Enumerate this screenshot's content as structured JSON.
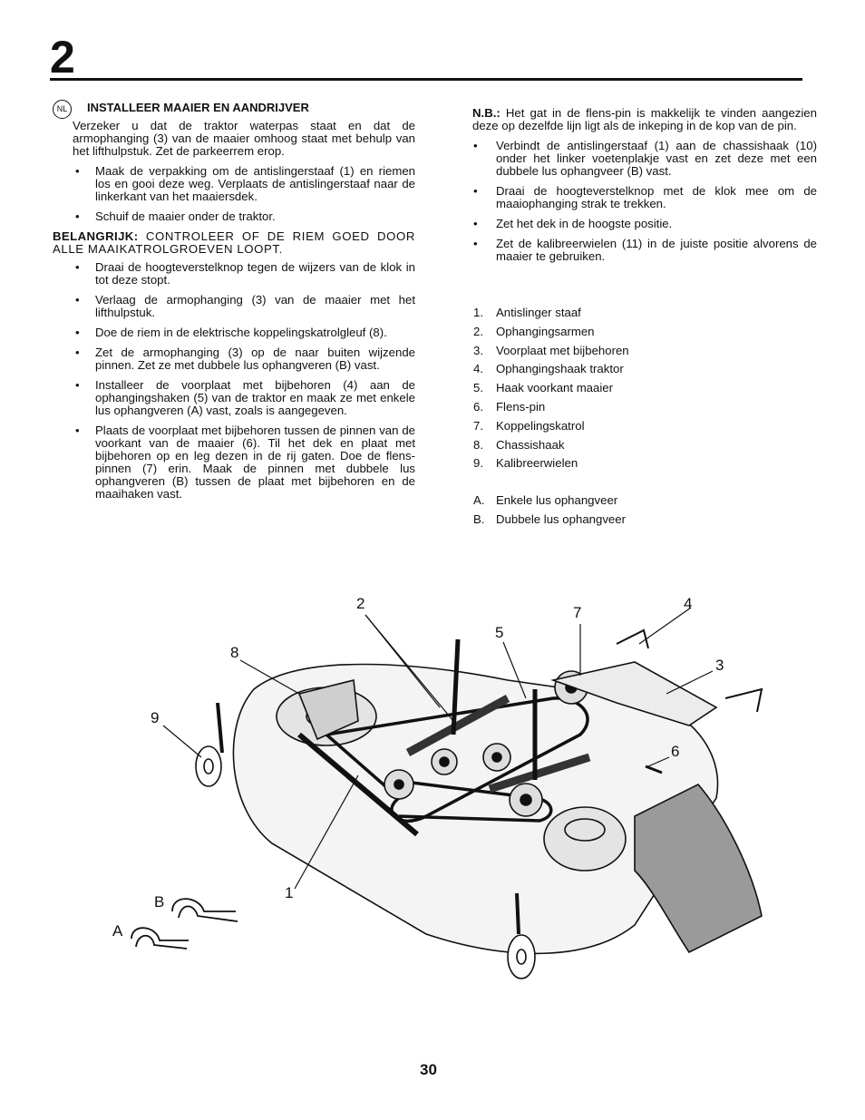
{
  "chapter_number": "2",
  "left": {
    "lang_badge": "NL",
    "title": "INSTALLEER MAAIER EN AANDRIJVER",
    "intro": "Verzeker u dat de traktor waterpas staat en dat de armophanging (3) van de maaier omhoog staat met behulp van het lifthulpstuk. Zet de parkeerrem erop.",
    "bullets1": [
      "Maak de verpakking om de antislingerstaaf (1) en riemen los en gooi deze weg. Verplaats de antislingerstaaf naar de linkerkant van het maaiersdek.",
      "Schuif de maaier onder de traktor."
    ],
    "important_label": "BELANGRIJK:",
    "important_text": "CONTROLEER OF DE RIEM GOED DOOR ALLE MAAIKATROLGROEVEN LOOPT.",
    "bullets2": [
      "Draai de hoogteverstelknop tegen de wijzers van de klok in tot deze stopt.",
      "Verlaag de armophanging (3) van de maaier met het lifthulpstuk.",
      "Doe de riem in de elektrische koppelingskatrolgleuf (8).",
      "Zet de armophanging (3) op de naar buiten wijzende pinnen. Zet ze met dubbele lus ophangveren (B) vast.",
      "Installeer de voorplaat met bijbehoren (4) aan de ophangingshaken (5) van de traktor en maak ze met enkele lus ophangveren (A) vast, zoals is aangegeven.",
      "Plaats de voorplaat met bijbehoren tussen de pinnen van de voorkant van de maaier (6). Til het dek en plaat met bijbehoren op en leg dezen in de rij gaten. Doe de flens-pinnen (7) erin. Maak de pinnen met dubbele lus ophangveren (B) tussen de plaat met bijbehoren en de maaihaken vast."
    ],
    "bullet_symbol": "•"
  },
  "right": {
    "nb_label": "N.B.:",
    "nb_text": "Het gat in de flens-pin is makkelijk te vinden aangezien deze op dezelfde lijn ligt als de inkeping in de kop van de pin.",
    "bullets": [
      "Verbindt de antislingerstaaf (1) aan de chassishaak (10) onder het linker voetenplakje vast en zet deze met een dubbele lus ophangveer (B) vast.",
      "Draai de hoogteverstelknop met de klok mee om de maaiophanging strak te trekken.",
      "Zet het dek in de hoogste positie.",
      "Zet de kalibreerwielen (11) in de juiste positie alvorens de maaier te gebruiken."
    ],
    "parts": [
      {
        "num": "1.",
        "label": "Antislinger staaf"
      },
      {
        "num": "2.",
        "label": "Ophangingsarmen"
      },
      {
        "num": "3.",
        "label": "Voorplaat met bijbehoren"
      },
      {
        "num": "4.",
        "label": "Ophangingshaak traktor"
      },
      {
        "num": "5.",
        "label": "Haak voorkant maaier"
      },
      {
        "num": "6.",
        "label": "Flens-pin"
      },
      {
        "num": "7.",
        "label": "Koppelingskatrol"
      },
      {
        "num": "8.",
        "label": "Chassishaak"
      },
      {
        "num": "9.",
        "label": "Kalibreerwielen"
      }
    ],
    "letters": [
      {
        "num": "A.",
        "label": "Enkele lus ophangveer"
      },
      {
        "num": "B.",
        "label": "Dubbele lus ophangveer"
      }
    ]
  },
  "figure": {
    "callouts": [
      "2",
      "4",
      "7",
      "5",
      "8",
      "3",
      "9",
      "6",
      "1",
      "B",
      "A"
    ]
  },
  "page_number": "30"
}
